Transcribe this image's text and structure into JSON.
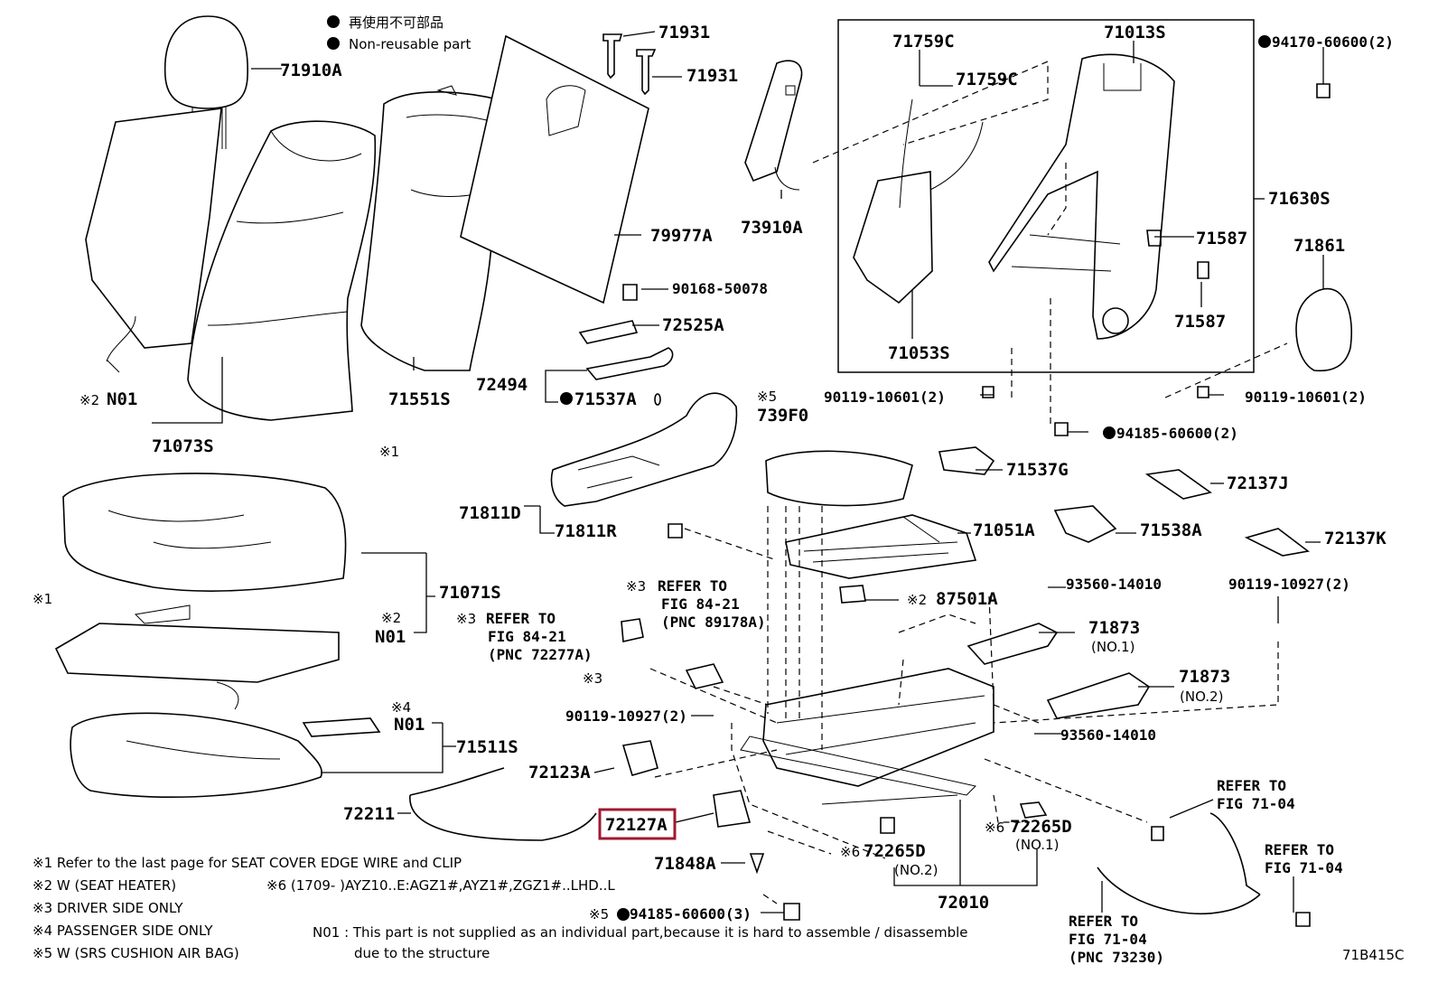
{
  "legend": {
    "nonreusable_jp": "再使用不可部品",
    "nonreusable_en": "Non-reusable part"
  },
  "parts": {
    "p71910A": "71910A",
    "p71073S": "71073S",
    "p71551S": "71551S",
    "p79977A": "79977A",
    "p71931a": "71931",
    "p71931b": "71931",
    "p71759Ca": "71759C",
    "p71759Cb": "71759C",
    "p71013S": "71013S",
    "p94170": "94170-60600(2)",
    "p73910A": "73910A",
    "p71630S": "71630S",
    "p71587a": "71587",
    "p71587b": "71587",
    "p71861": "71861",
    "p71053S": "71053S",
    "p90168": "90168-50078",
    "p72525A": "72525A",
    "p72494": "72494",
    "p71537A": "71537A",
    "p90119a": "90119-10601(2)",
    "p90119b": "90119-10601(2)",
    "p94185a": "94185-60600(2)",
    "pN01a_mark": "※2",
    "pN01a": "N01",
    "pX1a": "※1",
    "p739F0_mark": "※5",
    "p739F0": "739F0",
    "p71537G": "71537G",
    "p72137J": "72137J",
    "p71811D": "71811D",
    "p71811R": "71811R",
    "p71051A": "71051A",
    "p71538A": "71538A",
    "p72137K": "72137K",
    "p71071S": "71071S",
    "pX1b": "※1",
    "pN01b_mark": "※2",
    "pN01b": "N01",
    "p93560a": "93560-14010",
    "p90119c": "90119-10927(2)",
    "p87501A_mark": "※2",
    "p87501A": "87501A",
    "pRef1_mark": "※3",
    "pRef1_a": "REFER TO",
    "pRef1_b": "FIG 84-21",
    "pRef1_c": "(PNC 89178A)",
    "pRef2_mark": "※3",
    "pRef2_a": "REFER TO",
    "pRef2_b": "FIG 84-21",
    "pRef2_c": "(PNC 72277A)",
    "pX3": "※3",
    "p71873a": "71873",
    "p71873a_sub": "(NO.1)",
    "p71873b": "71873",
    "p71873b_sub": "(NO.2)",
    "p90119d": "90119-10927(2)",
    "pN01c_mark": "※4",
    "pN01c": "N01",
    "p71511S": "71511S",
    "p93560b": "93560-14010",
    "p72123A": "72123A",
    "p72211": "72211",
    "p72127A": "72127A",
    "p72265D_a_mark": "※6",
    "p72265D_a": "72265D",
    "p72265D_a_sub": "(NO.1)",
    "p72265D_b_mark": "※6",
    "p72265D_b": "72265D",
    "p72265D_b_sub": "(NO.2)",
    "p71848A": "71848A",
    "p72010": "72010",
    "p94185b_mark": "※5",
    "p94185b": "94185-60600(3)",
    "pRef3_a": "REFER TO",
    "pRef3_b": "FIG 71-04",
    "pRef4_a": "REFER TO",
    "pRef4_b": "FIG 71-04",
    "pRef5_a": "REFER TO",
    "pRef5_b": "FIG 71-04",
    "pRef5_c": "(PNC 73230)"
  },
  "notes": {
    "n1": "※1  Refer to the last page for SEAT COVER EDGE WIRE and CLIP",
    "n2": "※2  W (SEAT  HEATER)",
    "n3": "※3  DRIVER SIDE ONLY",
    "n4": "※4  PASSENGER SIDE ONLY",
    "n5": "※5  W (SRS CUSHION AIR BAG)",
    "n6": "※6 (1709-        )AYZ10..E:AGZ1#,AYZ1#,ZGZ1#..LHD..L",
    "n01_a": "N01 : This part is not supplied as an individual part,because it is hard to assemble / disassemble",
    "n01_b": "due to the structure",
    "diagram_id": "71B415C"
  },
  "highlight_color": "#a01830"
}
